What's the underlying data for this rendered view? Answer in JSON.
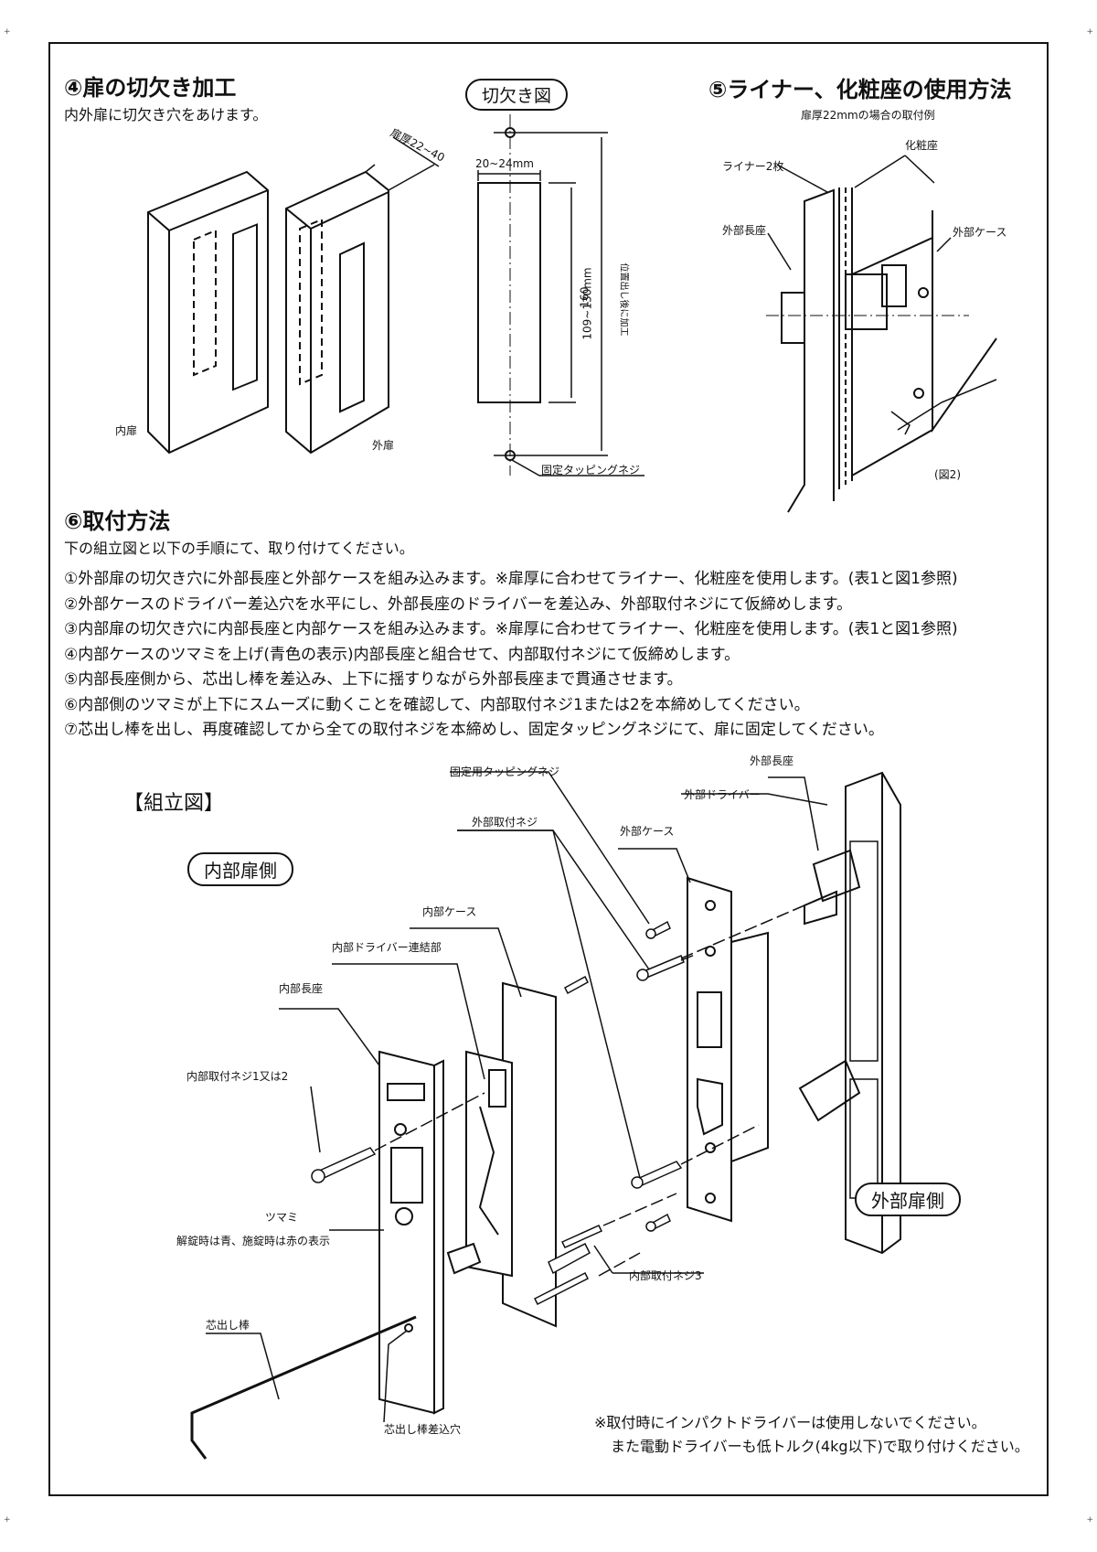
{
  "section4": {
    "title": "④扉の切欠き加工",
    "desc": "内外扉に切欠き穴をあけます。",
    "inner_door": "内扉",
    "outer_door": "外扉",
    "thickness": "扉厚22~40"
  },
  "cutout": {
    "title": "切欠き図",
    "width": "20~24mm",
    "height": "109~130mm",
    "total": "160",
    "note": "位置出し後に加工",
    "screw": "固定タッピングネジ"
  },
  "section5": {
    "title": "⑤ライナー、化粧座の使用方法",
    "subtitle": "扉厚22mmの場合の取付例",
    "liner": "ライナー2枚",
    "trim": "化粧座",
    "outer_plate": "外部長座",
    "outer_case": "外部ケース",
    "fig": "(図2)"
  },
  "section6": {
    "title": "⑥取付方法",
    "desc": "下の組立図と以下の手順にて、取り付けてください。",
    "steps": [
      "①外部扉の切欠き穴に外部長座と外部ケースを組み込みます。※扉厚に合わせてライナー、化粧座を使用します。(表1と図1参照)",
      "②外部ケースのドライバー差込穴を水平にし、外部長座のドライバーを差込み、外部取付ネジにて仮締めします。",
      "③内部扉の切欠き穴に内部長座と内部ケースを組み込みます。※扉厚に合わせてライナー、化粧座を使用します。(表1と図1参照)",
      "④内部ケースのツマミを上げ(青色の表示)内部長座と組合せて、内部取付ネジにて仮締めします。",
      "⑤内部長座側から、芯出し棒を差込み、上下に揺すりながら外部長座まで貫通させます。",
      "⑥内部側のツマミが上下にスムーズに動くことを確認して、内部取付ネジ1または2を本締めしてください。",
      "⑦芯出し棒を出し、再度確認してから全ての取付ネジを本締めし、固定タッピングネジにて、扉に固定してください。"
    ]
  },
  "assembly": {
    "title": "【組立図】",
    "inner_side": "内部扉側",
    "outer_side": "外部扉側",
    "labels": {
      "fixing_screw": "固定用タッピングネジ",
      "outer_plate": "外部長座",
      "outer_driver": "外部ドライバー",
      "outer_screw": "外部取付ネジ",
      "outer_case": "外部ケース",
      "inner_case": "内部ケース",
      "inner_driver_link": "内部ドライバー連結部",
      "inner_plate": "内部長座",
      "inner_screw12": "内部取付ネジ1又は2",
      "knob": "ツマミ",
      "knob_note": "解錠時は青、施錠時は赤の表示",
      "centering_rod": "芯出し棒",
      "inner_screw3": "内部取付ネジ3",
      "rod_hole": "芯出し棒差込穴"
    },
    "warning1": "※取付時にインパクトドライバーは使用しないでください。",
    "warning2": "また電動ドライバーも低トルク(4kg以下)で取り付けください。"
  }
}
